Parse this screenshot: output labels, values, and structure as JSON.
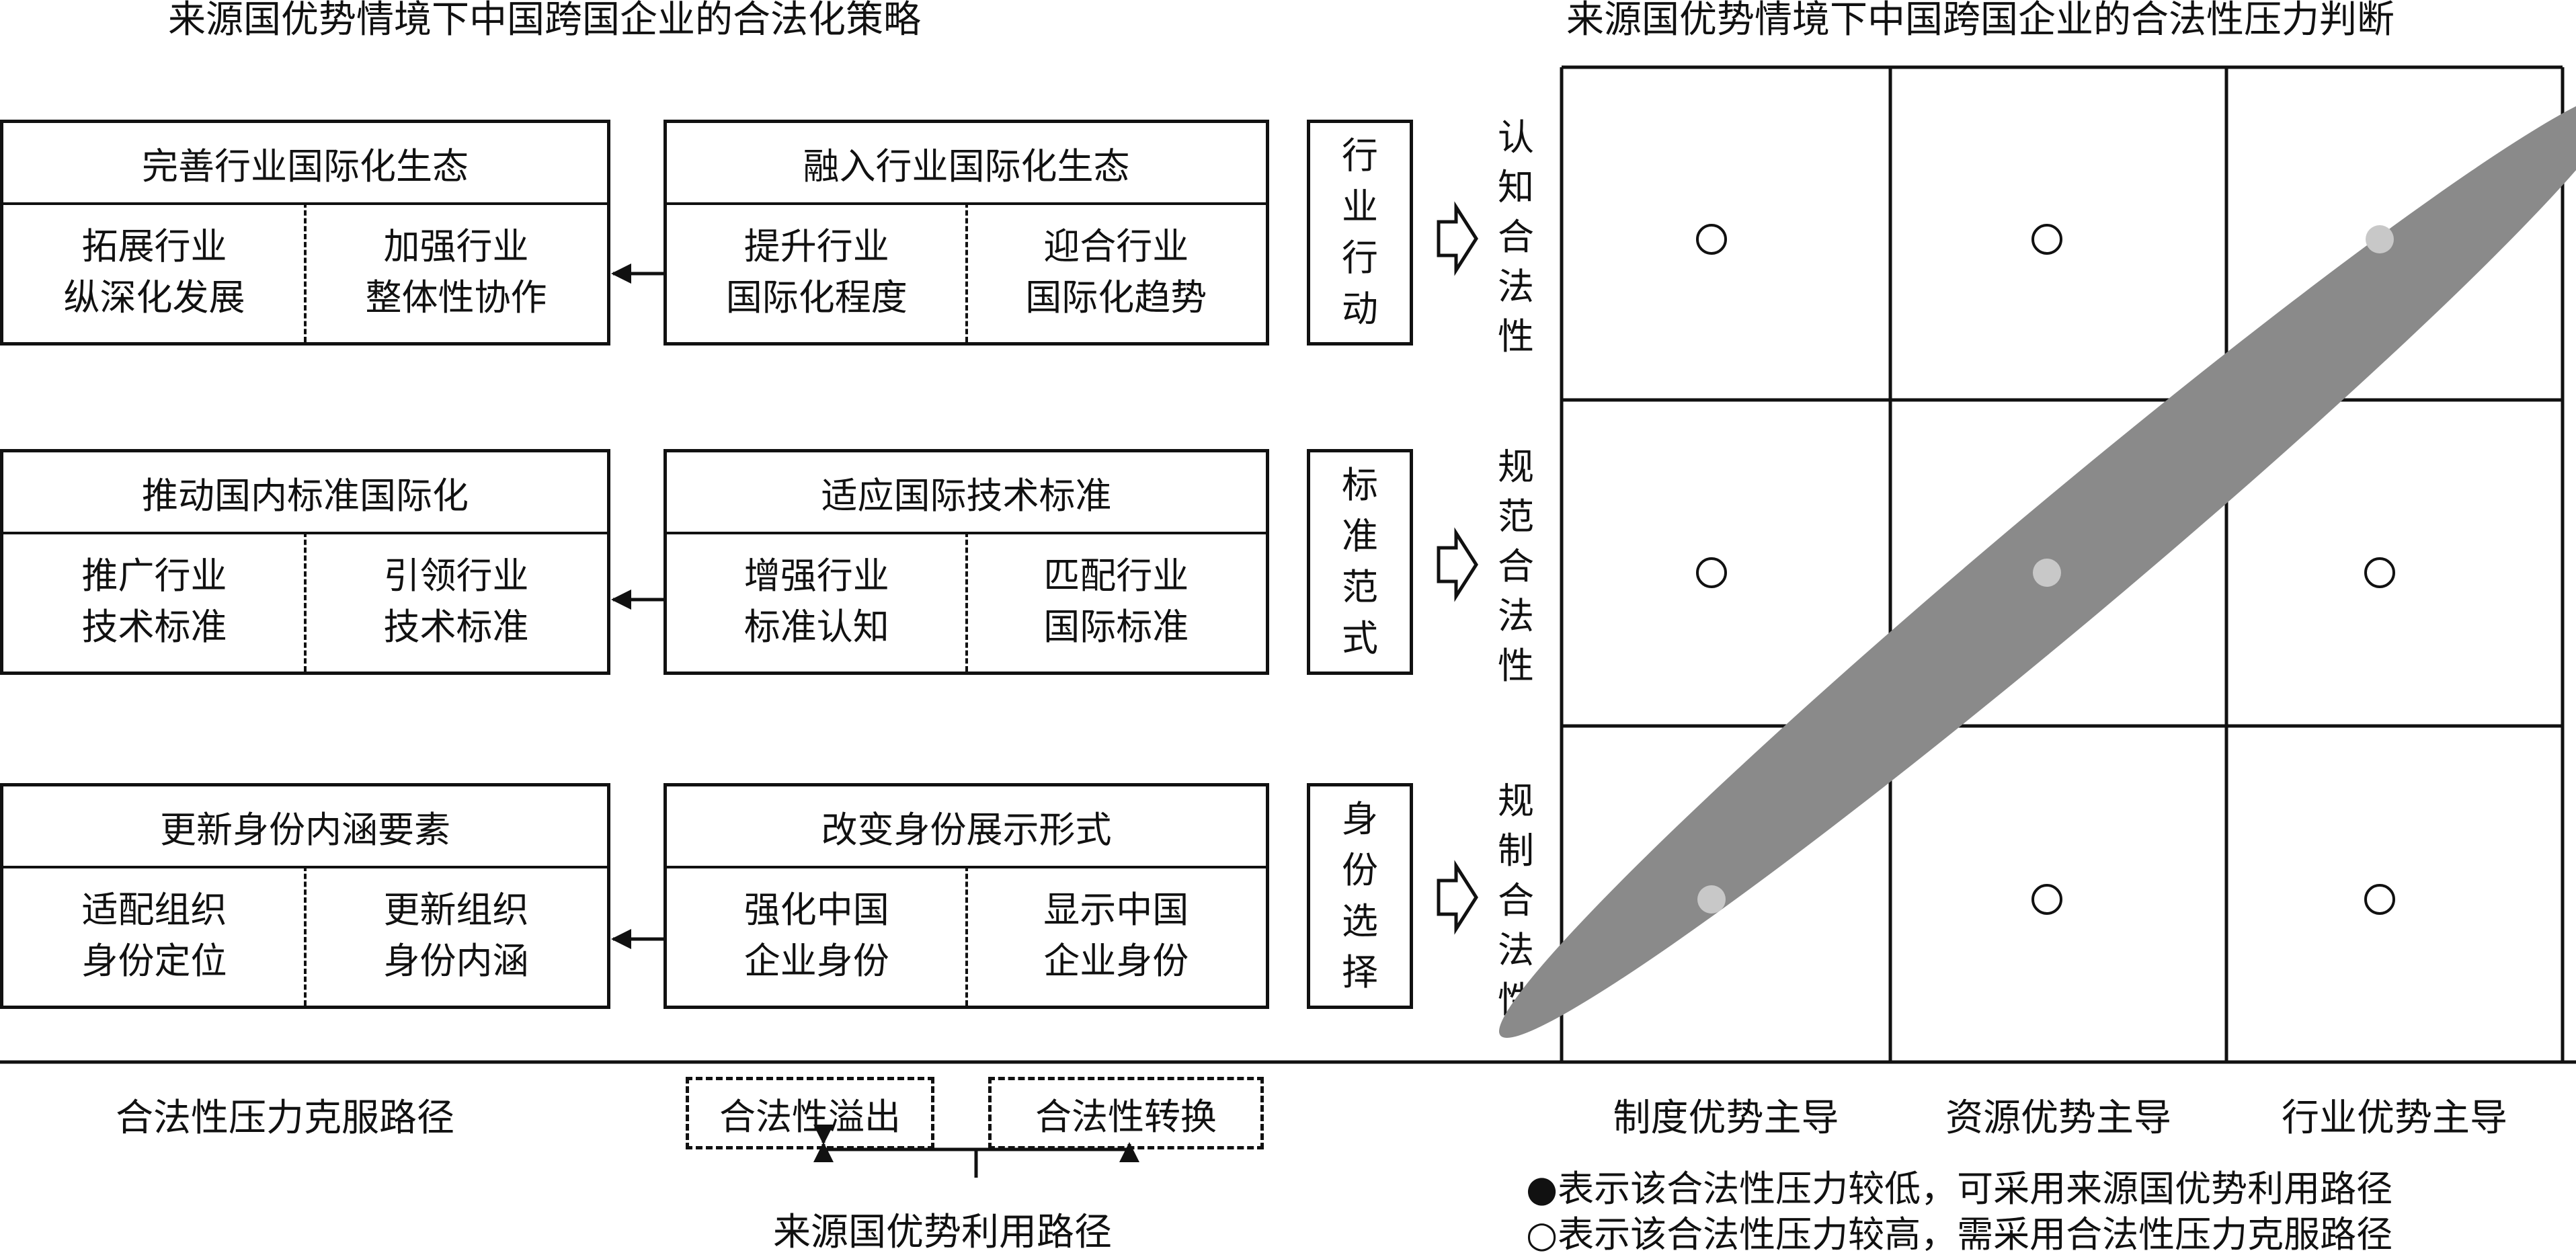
{
  "left_title": "来源国优势情境下中国跨国企业的合法化策略",
  "right_title": "来源国优势情境下中国跨国企业的合法性压力判断",
  "rows": [
    {
      "outer": {
        "title": "完善行业国际化生态",
        "left": [
          "拓展行业",
          "纵深化发展"
        ],
        "right": [
          "加强行业",
          "整体性协作"
        ]
      },
      "inner": {
        "title": "融入行业国际化生态",
        "left": [
          "提升行业",
          "国际化程度"
        ],
        "right": [
          "迎合行业",
          "国际化趋势"
        ]
      },
      "action": [
        "行",
        "业",
        "行",
        "动"
      ],
      "legitimacy": [
        "认",
        "知",
        "合",
        "法",
        "性"
      ]
    },
    {
      "outer": {
        "title": "推动国内标准国际化",
        "left": [
          "推广行业",
          "技术标准"
        ],
        "right": [
          "引领行业",
          "技术标准"
        ]
      },
      "inner": {
        "title": "适应国际技术标准",
        "left": [
          "增强行业",
          "标准认知"
        ],
        "right": [
          "匹配行业",
          "国际标准"
        ]
      },
      "action": [
        "标",
        "准",
        "范",
        "式"
      ],
      "legitimacy": [
        "规",
        "范",
        "合",
        "法",
        "性"
      ]
    },
    {
      "outer": {
        "title": "更新身份内涵要素",
        "left": [
          "适配组织",
          "身份定位"
        ],
        "right": [
          "更新组织",
          "身份内涵"
        ]
      },
      "inner": {
        "title": "改变身份展示形式",
        "left": [
          "强化中国",
          "企业身份"
        ],
        "right": [
          "显示中国",
          "企业身份"
        ]
      },
      "action": [
        "身",
        "份",
        "选",
        "择"
      ],
      "legitimacy": [
        "规",
        "制",
        "合",
        "法",
        "性"
      ]
    }
  ],
  "bottom": {
    "overcome_path": "合法性压力克服路径",
    "spillover": "合法性溢出",
    "conversion": "合法性转换",
    "utilization_path": "来源国优势利用路径"
  },
  "matrix": {
    "columns": [
      "制度优势主导",
      "资源优势主导",
      "行业优势主导"
    ],
    "rows": [
      "认知合法性",
      "规范合法性",
      "规制合法性"
    ],
    "cells": [
      [
        "high",
        "high",
        "low"
      ],
      [
        "high",
        "low",
        "high"
      ],
      [
        "low",
        "high",
        "high"
      ]
    ]
  },
  "legend": {
    "low": "●表示该合法性压力较低，可采用来源国优势利用路径",
    "high": "○表示该合法性压力较高，需采用合法性压力克服路径"
  },
  "colors": {
    "ellipse": "#8a8a8a",
    "low_dot": "#c8c8c8",
    "line": "#111111"
  }
}
